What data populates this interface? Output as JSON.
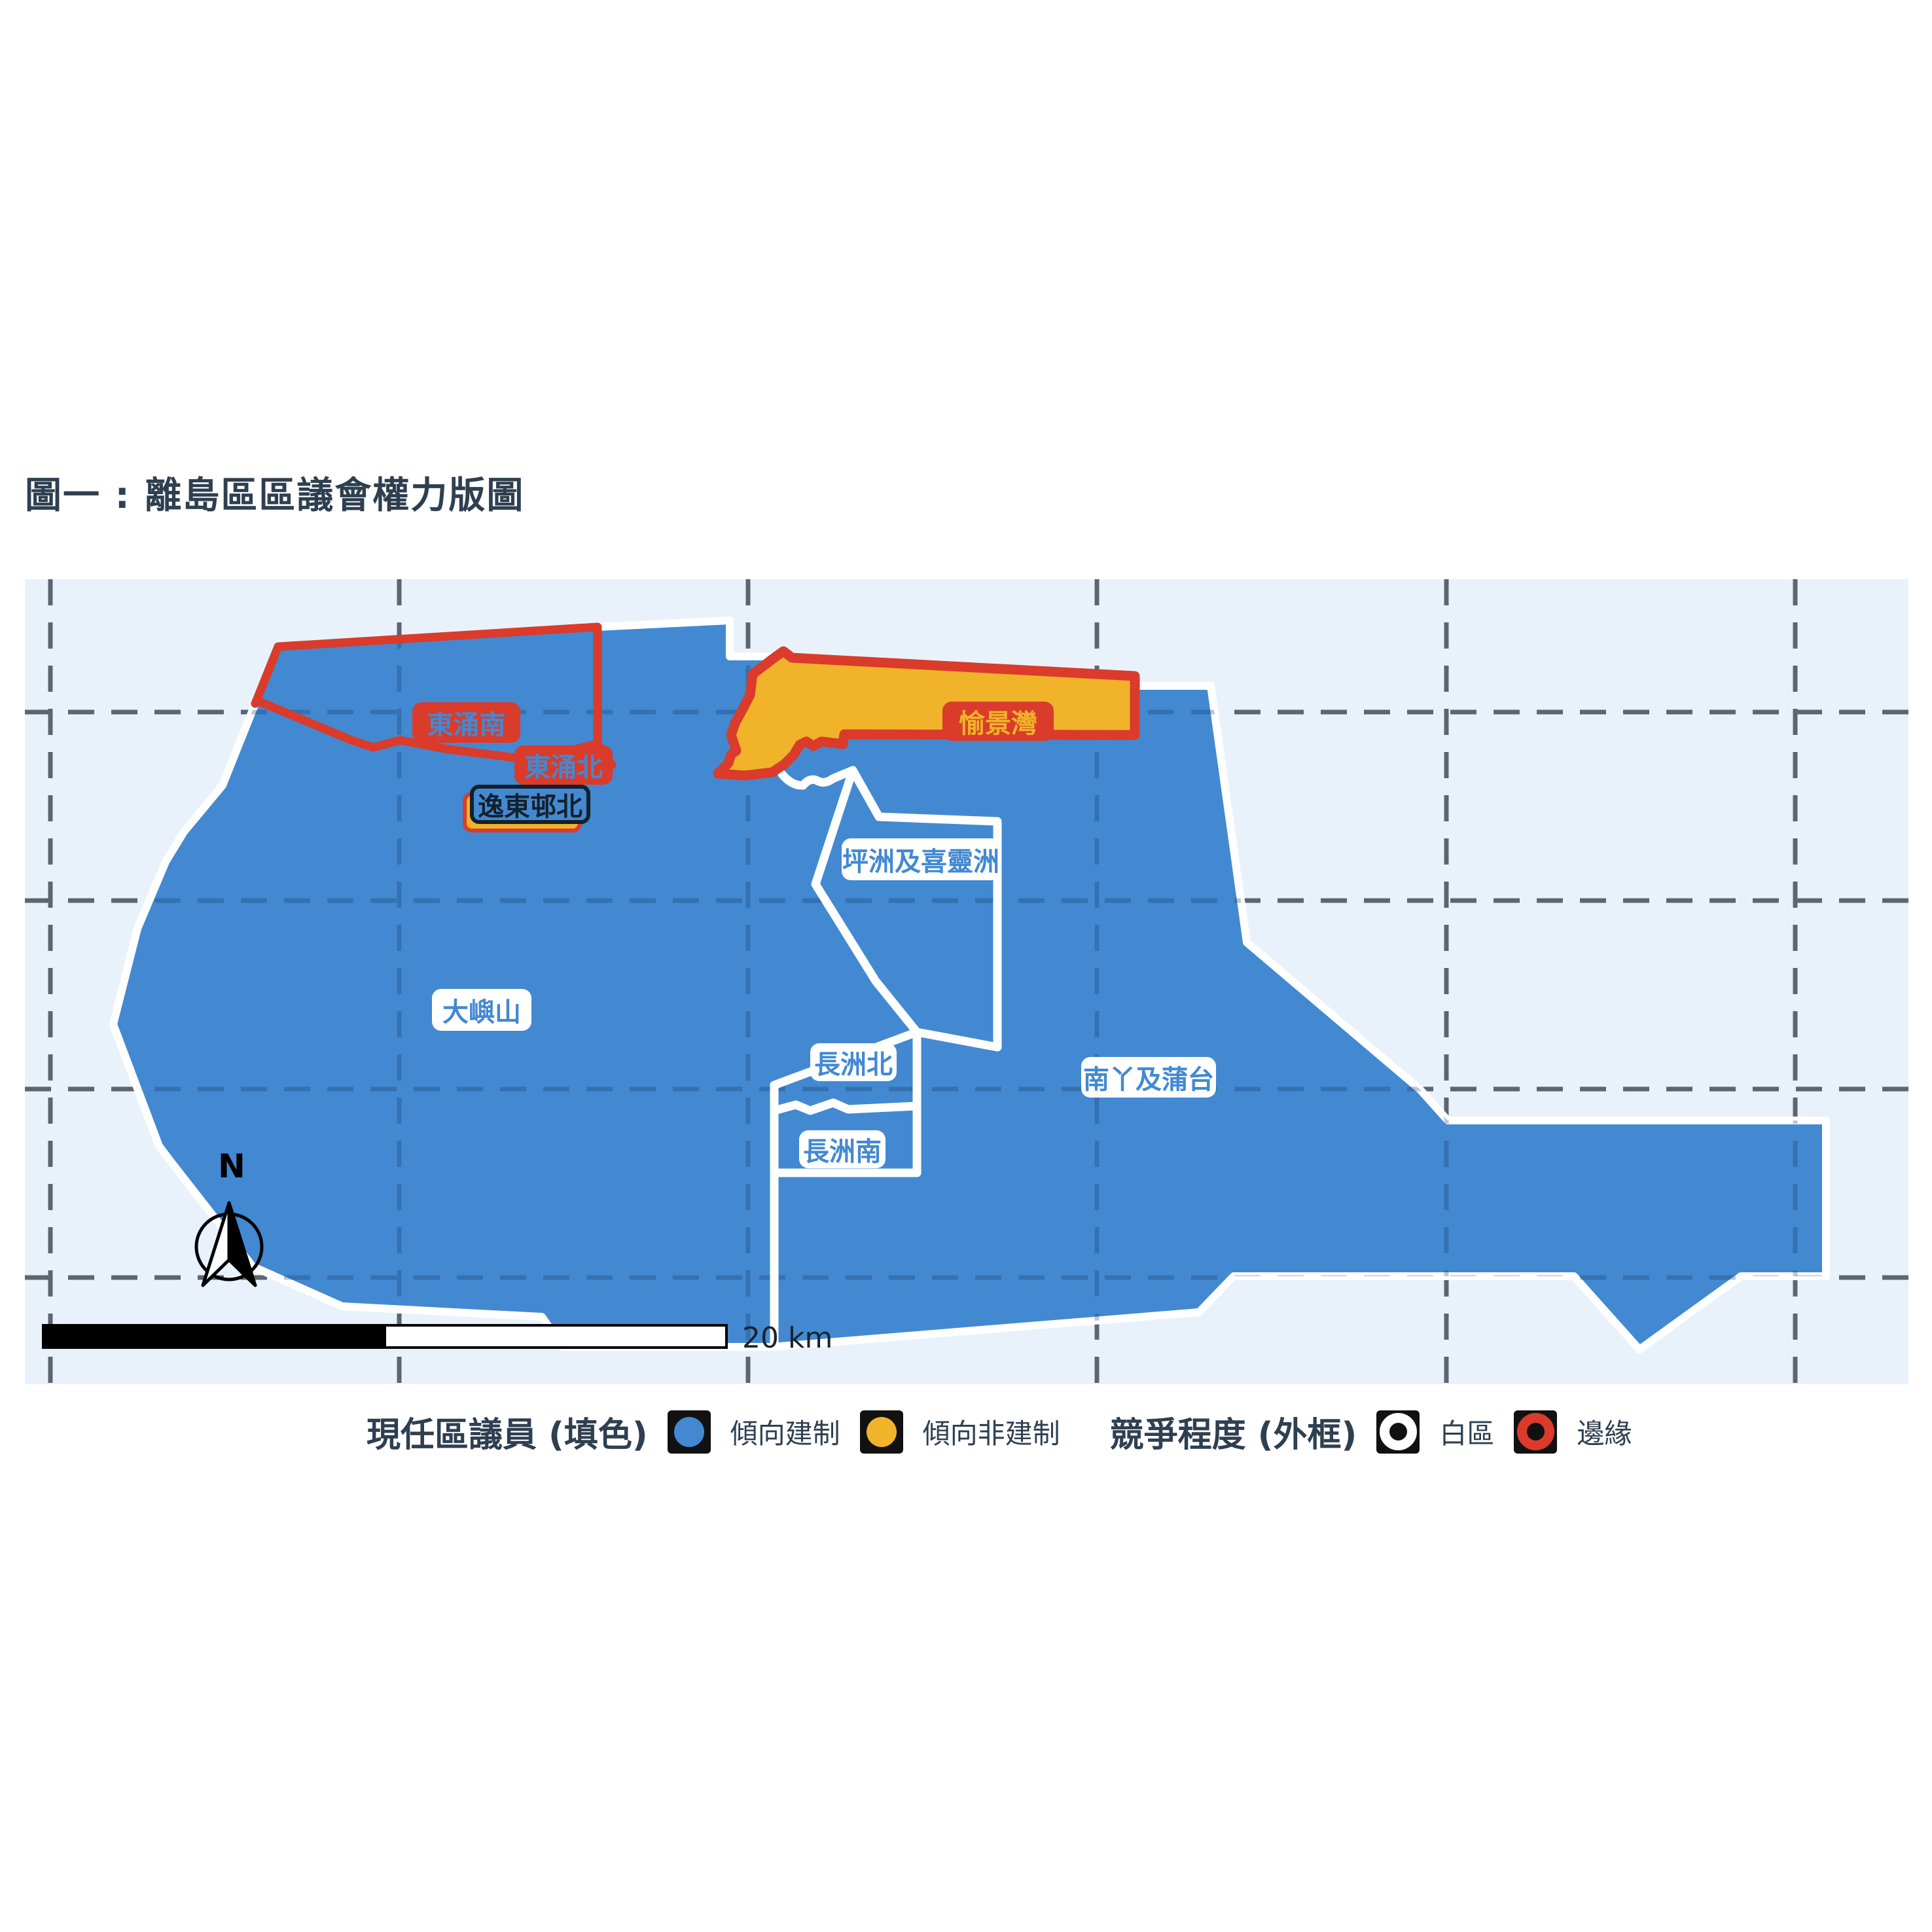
{
  "title": "圖一 : 離島區區議會權力版圖",
  "map": {
    "regions": {
      "lantau": "大嶼山",
      "tung_chung_south": "東涌南",
      "tung_chung_north": "東涌北",
      "yat_tung_estate_north": "逸東邨北",
      "discovery_bay": "愉景灣",
      "peng_chau_hei_ling_chau": "坪洲及喜靈洲",
      "cheung_chau_north": "長洲北",
      "cheung_chau_south": "長洲南",
      "lamma_po_toi": "南丫及蒲台"
    },
    "compass_label": "N",
    "scale_label": "20 km"
  },
  "legend": {
    "fill_title": "現任區議員 (填色)",
    "fill_items": [
      {
        "label": "傾向建制",
        "color": "#4289d2"
      },
      {
        "label": "傾向非建制",
        "color": "#f0b32a"
      }
    ],
    "outline_title": "競爭程度 (外框)",
    "outline_items": [
      {
        "label": "白區",
        "color": "#ffffff"
      },
      {
        "label": "邊緣",
        "color": "#da3b2b"
      }
    ]
  },
  "colors": {
    "sea": "#e9f2fb",
    "land_blue": "#4289d2",
    "opposition_yellow": "#f0b32a",
    "marginal_red": "#da3b2b",
    "grid": "#5d6670"
  }
}
